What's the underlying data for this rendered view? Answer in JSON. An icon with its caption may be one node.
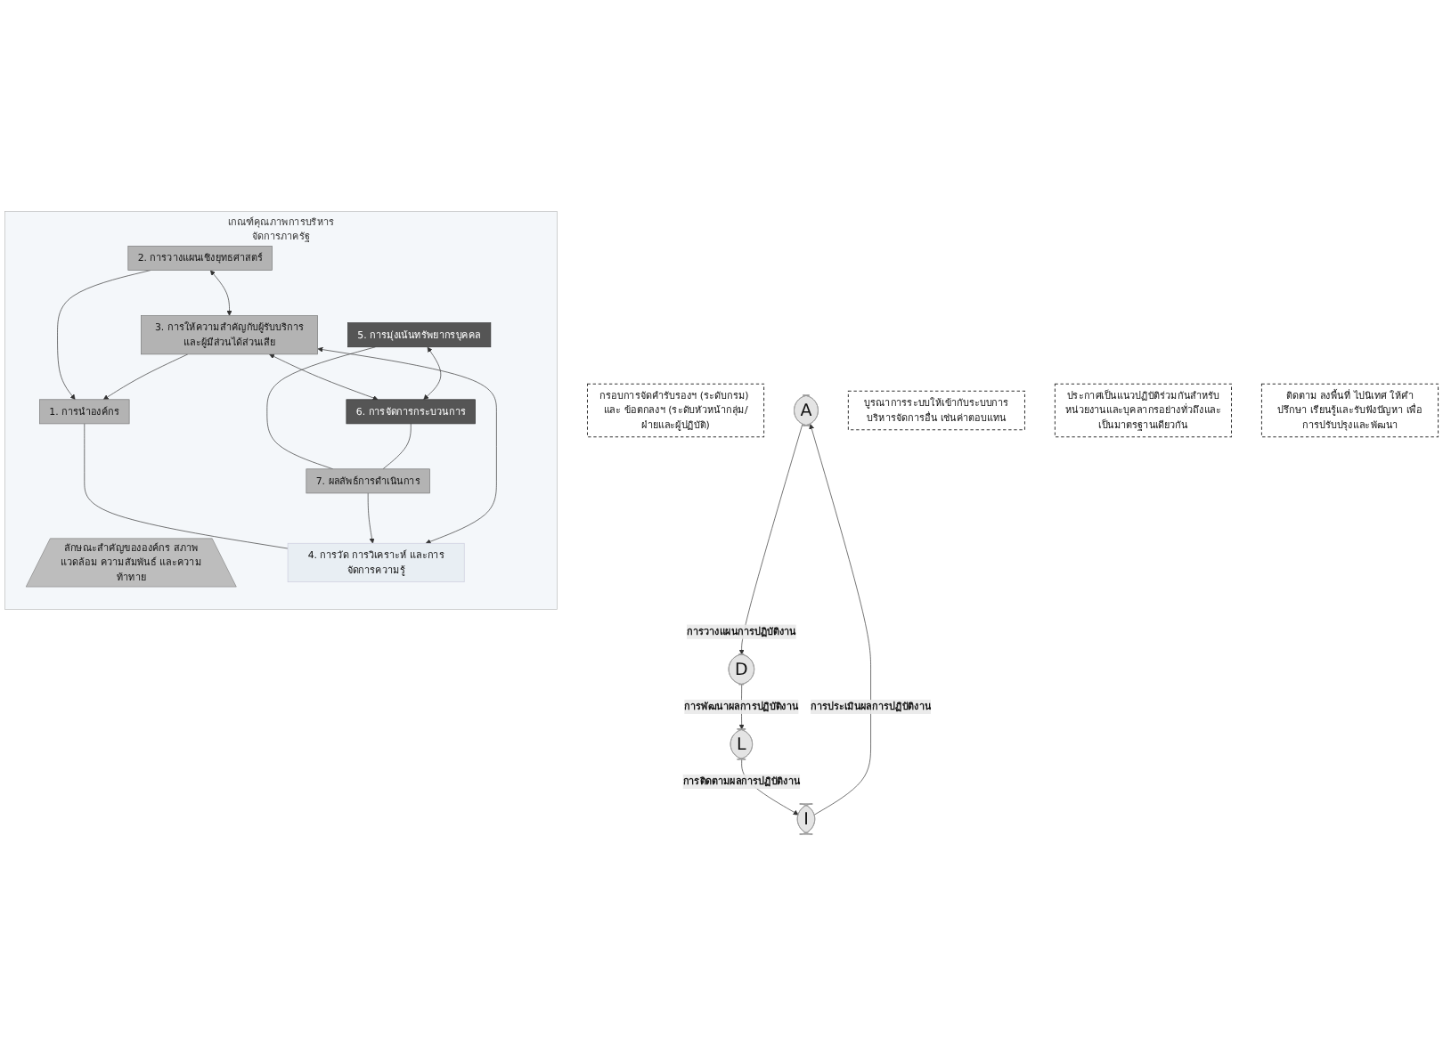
{
  "diagram": {
    "nodes": [
      {
        "text": [
          "กรอบการจัดคำรับรองฯ (ระดับกรม) และ ข้อตกลงฯ (ระดับหัวหน้ากลุ่ม/ฝ่ายและผู้ปฏิบัติ)"
        ]
      },
      {
        "text": [
          "A"
        ]
      },
      {
        "text": [
          "D"
        ]
      },
      {
        "text": [
          "L"
        ]
      },
      {
        "text": [
          "I"
        ]
      },
      {
        "text": [
          "บูรณาการระบบให้เข้ากับระบบการบริหารจัดการอื่น เช่นค่าตอบแทน"
        ]
      },
      {
        "text": [
          "ประกาศเป็นแนวปฏิบัติร่วมกันสำหรับหน่วยงานและบุคลากรอย่างทั่วถึงและเป็นมาตรฐานเดียวกัน"
        ]
      },
      {
        "text": [
          "ติดตาม ลงพื้นที่ ไปนิเทศ ให้คำปรึกษา เรียนรู้และรับฟังปัญหา เพื่อการปรับปรุงและพัฒนา"
        ]
      },
      {
        "text": [
          "เกณฑ์คุณภาพการบริหารจัดการภาครัฐ"
        ]
      },
      {
        "text": [
          "ลักษณะสำคัญขององค์กร สภาพแวดล้อม ความสัมพันธ์ และความท้าทาย"
        ],
        "in": 8
      },
      {
        "text": [
          "1. การนำองค์กร"
        ],
        "in": 8
      },
      {
        "text": [
          "2. การวางแผนเชิงยุทธศาสตร์"
        ],
        "in": 8
      },
      {
        "text": [
          "3. การให้ความสำคัญกับผู้รับบริการและผู้มีส่วนได้ส่วนเสีย"
        ],
        "in": 8
      },
      {
        "text": [
          "5. การมุ่งเน้นทรัพยากรบุคคล"
        ],
        "in": 8
      },
      {
        "text": [
          "6. การจัดการกระบวนการ"
        ],
        "in": 8
      },
      {
        "text": [
          "7. ผลลัพธ์การดำเนินการ"
        ],
        "in": 8
      },
      {
        "text": [
          "4. การวัด การวิเคราะห์ และการจัดการความรู้"
        ],
        "in": 8
      }
    ],
    "edges": [
      {
        "from": 1,
        "to": 2,
        "arrow": "to",
        "label": "การวางแผนการปฏิบัติงาน"
      },
      {
        "from": 2,
        "to": 3,
        "arrow": "to",
        "label": "การพัฒนาผลการปฏิบัติงาน"
      },
      {
        "from": 3,
        "to": 4,
        "arrow": "to",
        "label": "การติดตามผลการปฏิบัติงาน"
      },
      {
        "from": 4,
        "to": 1,
        "arrow": "to",
        "label": "การประเมินผลการปฏิบัติงาน"
      },
      {
        "from": 11,
        "to": 10,
        "arrow": "to"
      },
      {
        "from": 12,
        "to": 10,
        "arrow": "to"
      },
      {
        "from": 11,
        "to": 12,
        "arrow": "both"
      },
      {
        "from": 12,
        "to": 14,
        "arrow": "both"
      },
      {
        "from": 13,
        "to": 14,
        "arrow": "both"
      },
      {
        "from": 13,
        "to": 15,
        "arrow": "none"
      },
      {
        "from": 14,
        "to": 15,
        "arrow": "none"
      },
      {
        "from": 10,
        "to": 16,
        "arrow": "none"
      },
      {
        "from": 15,
        "to": 16,
        "arrow": "to"
      },
      {
        "from": 12,
        "to": 16,
        "arrow": "both"
      }
    ]
  }
}
